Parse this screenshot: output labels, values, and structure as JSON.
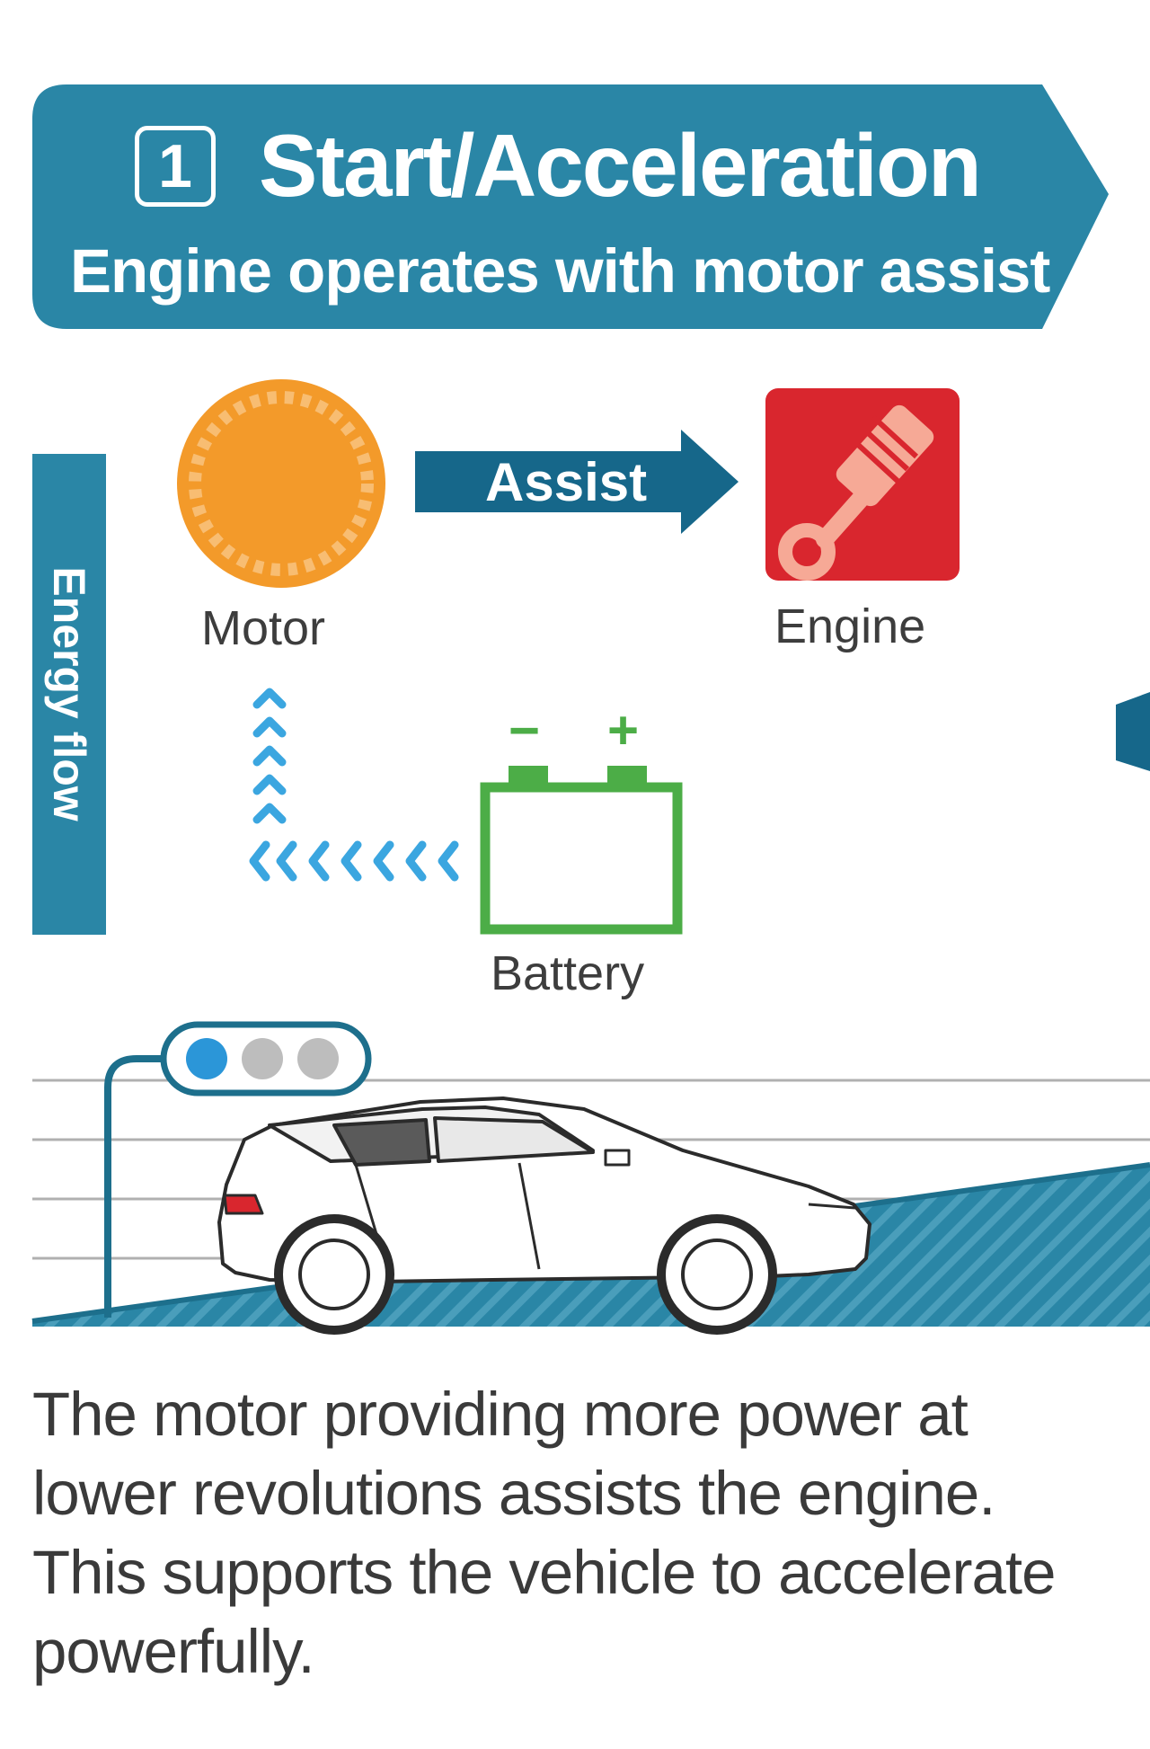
{
  "header": {
    "step_number": "1",
    "title": "Start/Acceleration",
    "subtitle": "Engine operates with motor assist"
  },
  "diagram": {
    "side_label": "Energy flow",
    "motor_label": "Motor",
    "engine_label": "Engine",
    "battery_label": "Battery",
    "assist_label": "Assist",
    "battery_minus": "−",
    "battery_plus": "+",
    "traffic_light_active": 1
  },
  "description": {
    "lines": [
      "The motor providing more power at",
      "lower revolutions assists the engine.",
      "This supports the vehicle to accelerate",
      "powerfully."
    ]
  },
  "colors": {
    "banner": "#2a86a6",
    "arrow": "#16678a",
    "motor": "#f39a2a",
    "engine": "#d9262e",
    "battery": "#4cad47",
    "flow_chevrons": "#3ba6e0",
    "light_on": "#2b96d8",
    "light_off": "#bdbdbd"
  }
}
